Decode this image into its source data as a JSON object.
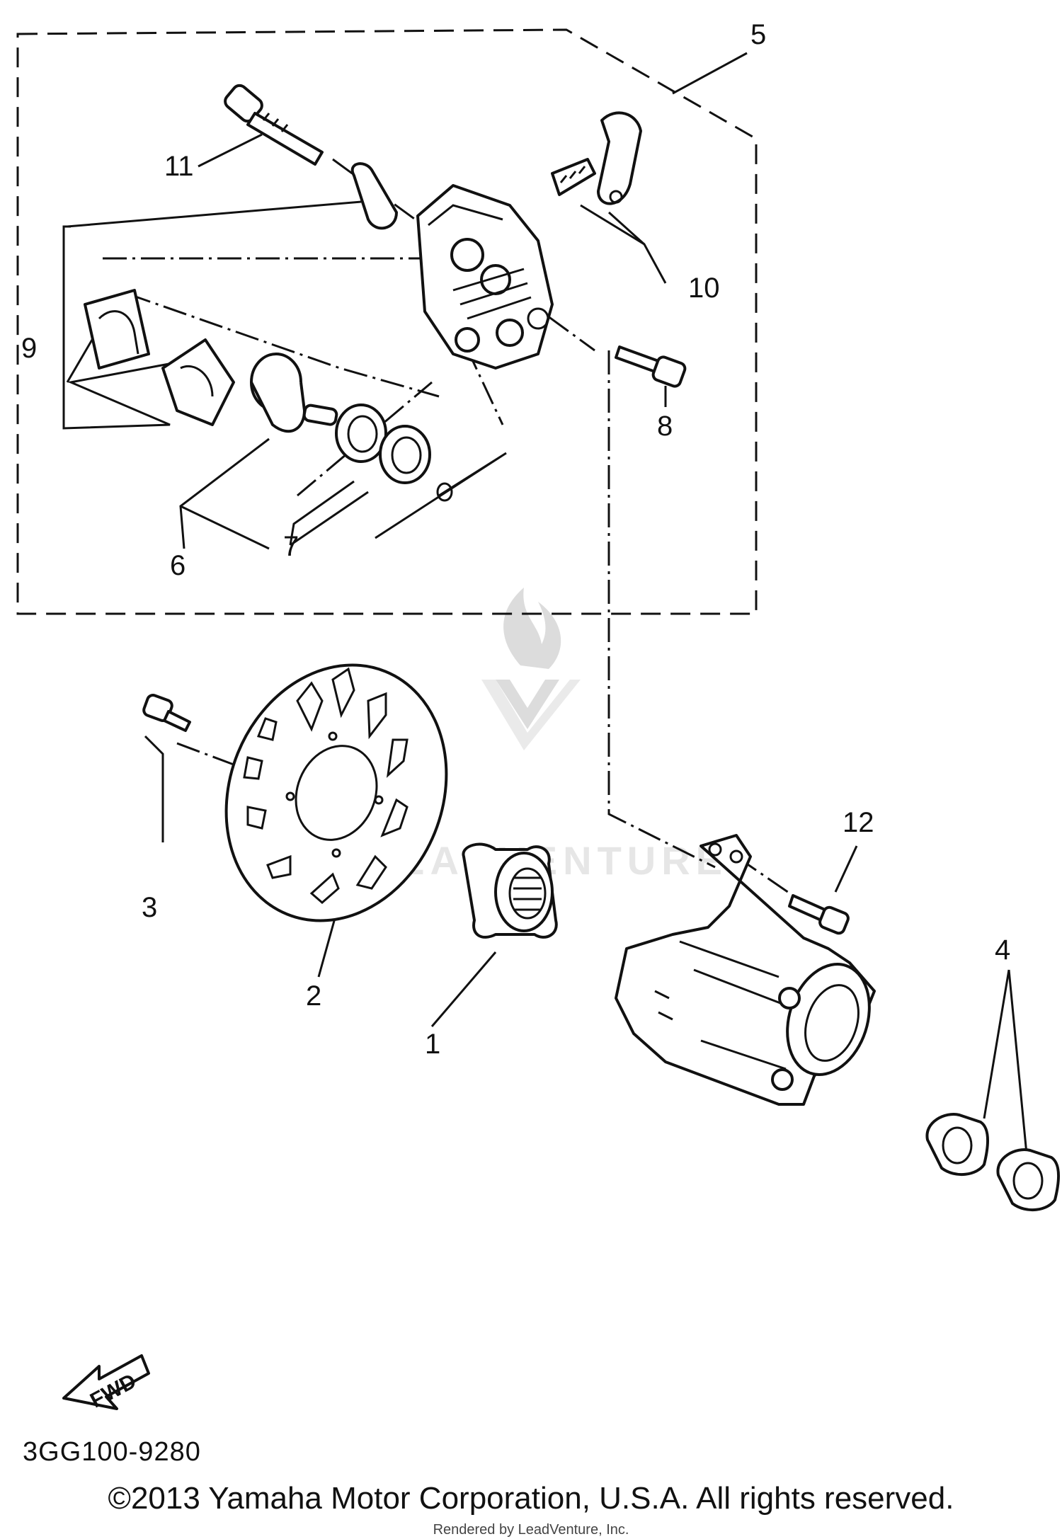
{
  "diagram": {
    "callouts": [
      "1",
      "2",
      "3",
      "4",
      "5",
      "6",
      "7",
      "8",
      "9",
      "10",
      "11",
      "12"
    ],
    "fwd_label": "FWD",
    "reference_code": "3GG100-9280",
    "watermark_icon": "leadventure-flame-logo",
    "watermark_text": "LEADVENTURE"
  },
  "footer": {
    "copyright": "©2013 Yamaha Motor Corporation, U.S.A. All rights reserved.",
    "rendered_by": "Rendered by LeadVenture, Inc."
  }
}
